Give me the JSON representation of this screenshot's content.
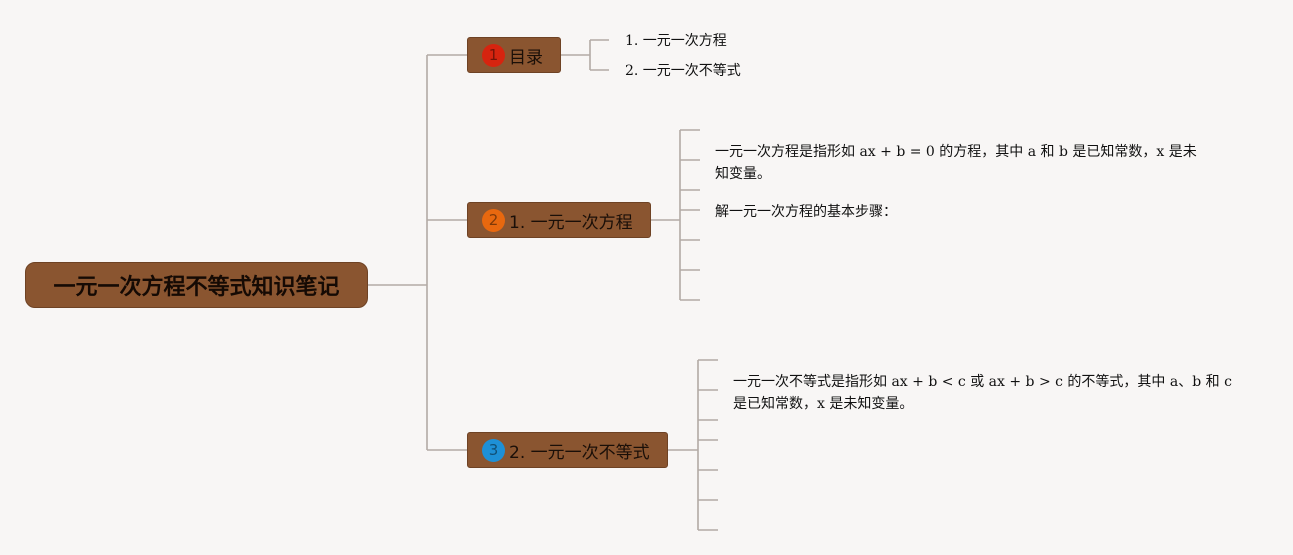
{
  "root": {
    "title": "一元一次方程不等式知识笔记"
  },
  "branches": [
    {
      "badge": "1",
      "badge_color": "#d6240f",
      "label": "目录",
      "leaves": [
        "1. 一元一次方程",
        "2. 一元一次不等式"
      ]
    },
    {
      "badge": "2",
      "badge_color": "#e8680f",
      "label": "1. 一元一次方程",
      "paragraphs": [
        "一元一次方程是指形如 ax + b = 0 的方程，其中 a 和 b 是已知常数，x 是未知变量。",
        "解一元一次方程的基本步骤："
      ]
    },
    {
      "badge": "3",
      "badge_color": "#1e90d6",
      "label": "2. 一元一次不等式",
      "paragraphs": [
        "一元一次不等式是指形如 ax + b < c 或 ax + b > c 的不等式，其中 a、b 和 c 是已知常数，x 是未知变量。"
      ]
    }
  ],
  "colors": {
    "background": "#f8f6f5",
    "node_fill": "#8a5530",
    "connector": "#b3aaa5"
  }
}
